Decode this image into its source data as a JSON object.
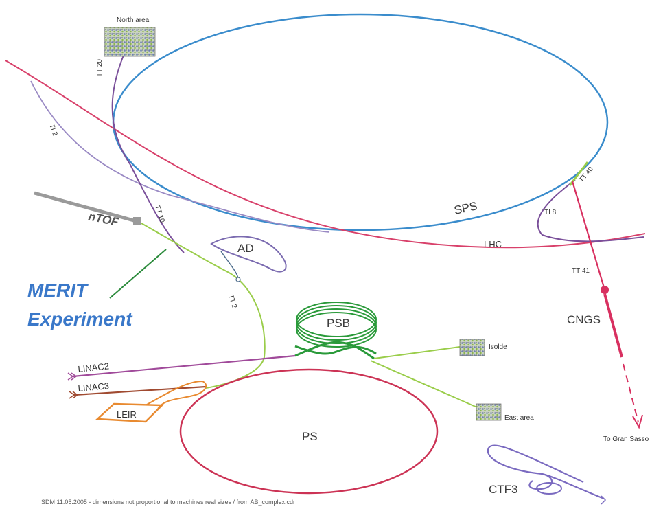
{
  "labels": {
    "north_area": "North area",
    "tt20": "TT 20",
    "ti2_upper": "TI 2",
    "tt10": "TT 10",
    "ntof": "nTOF",
    "sps": "SPS",
    "tt40": "TT 40",
    "ti8": "TI 8",
    "lhc": "LHC",
    "tt41": "TT 41",
    "cngs": "CNGS",
    "ad": "AD",
    "tt2": "TT 2",
    "merit_line1": "MERIT",
    "merit_line2": "Experiment",
    "psb": "PSB",
    "isolde": "Isolde",
    "linac2": "LINAC2",
    "linac3": "LINAC3",
    "leir": "LEIR",
    "east_area": "East area",
    "ps": "PS",
    "to_gran_sasso": "To Gran Sasso",
    "ctf3": "CTF3"
  },
  "footer": "SDM 11.05.2005   -   dimensions not proportional to machines real sizes / from AB_complex.cdr",
  "colors": {
    "sps": "#3a8ccc",
    "lhc": "#d8406a",
    "ps": "#cc3355",
    "psb": "#2a9a3a",
    "transfer_green": "#9acd4a",
    "transfer_purple": "#7a4f9a",
    "ti2_lavender": "#9a8ac4",
    "ad": "#7b6bb0",
    "ntof": "#9a9a9a",
    "merit_text": "#3a78c9",
    "merit_pointer": "#2a8a3a",
    "linac2": "#a04a9a",
    "linac3": "#a04a30",
    "leir": "#e88a30",
    "cngs": "#d83060",
    "ctf3": "#7a6ac0"
  },
  "icons": [
    "experimental-hall-texture-icon",
    "arrow-head-icon",
    "target-dot-icon"
  ]
}
